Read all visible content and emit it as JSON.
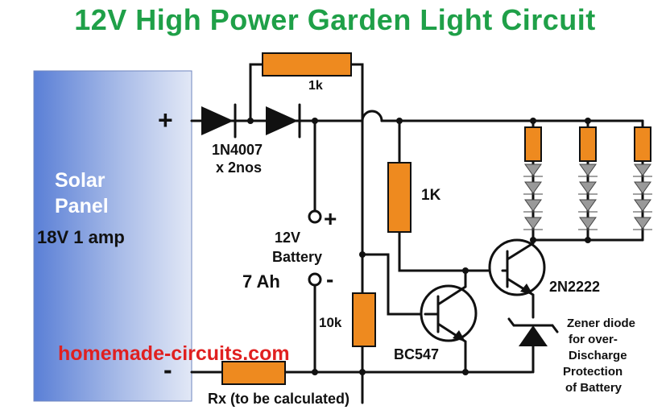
{
  "title": "12V High Power Garden Light Circuit",
  "panel": {
    "line1": "Solar",
    "line2": "Panel",
    "rating": "18V 1 amp",
    "plus": "+",
    "minus": "-"
  },
  "diodes": {
    "part": "1N4007",
    "qty": "x 2nos"
  },
  "resistors": {
    "r_top": "1k",
    "r_base": "1K",
    "r_bottom": "10k",
    "r_x": "Rx (to be calculated)"
  },
  "battery": {
    "voltage": "12V",
    "name": "Battery",
    "capacity": "7 Ah",
    "plus": "+",
    "minus": "-"
  },
  "transistors": {
    "q1": "BC547",
    "q2": "2N2222"
  },
  "zener": {
    "line1": "Zener diode",
    "line2": "for over-",
    "line3": "Discharge",
    "line4": "Protection",
    "line5": "of Battery"
  },
  "watermark": "homemade-circuits.com",
  "colors": {
    "title": "#1fa048",
    "resistor": "#ee8a1f",
    "watermark": "#e02020",
    "panel": "#5a7fd6"
  }
}
